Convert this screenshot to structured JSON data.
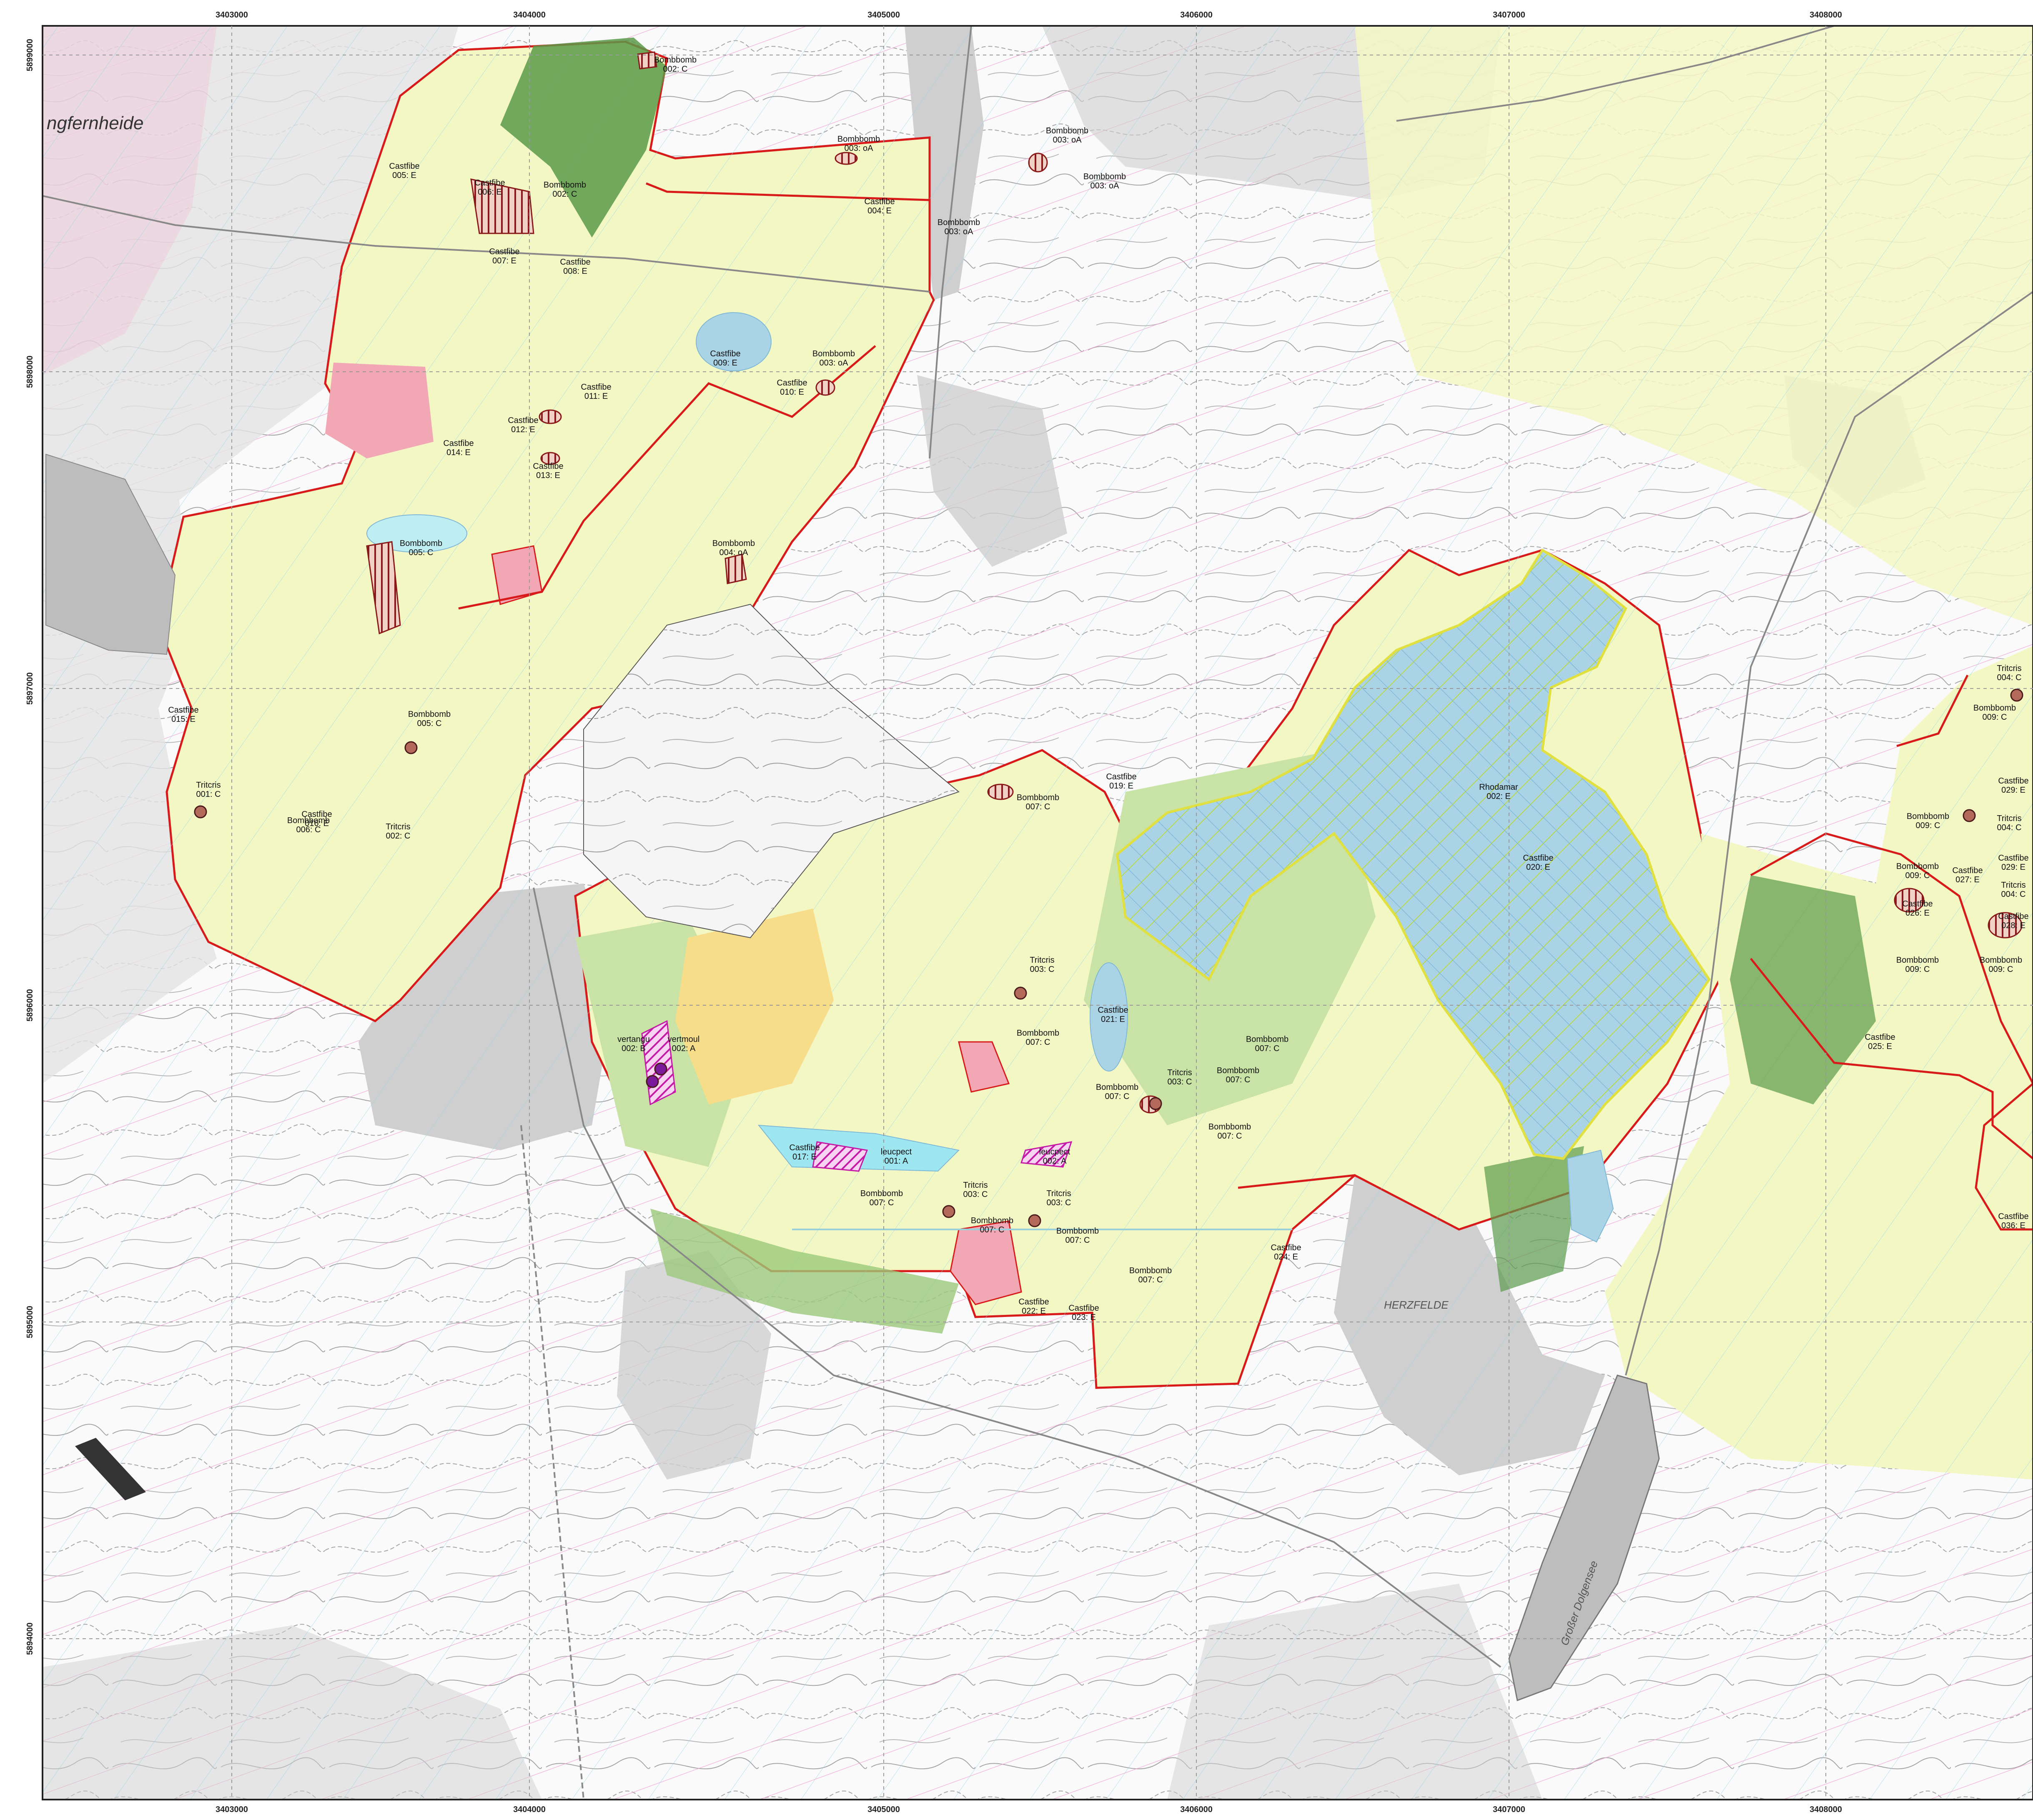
{
  "map": {
    "coords_top": [
      "3403000",
      "3404000",
      "3405000",
      "3406000",
      "3407000",
      "3408000"
    ],
    "coords_bottom": [
      "3403000",
      "3404000",
      "3405000",
      "3406000",
      "3407000",
      "3408000"
    ],
    "coords_left": [
      "5899000",
      "5898000",
      "5897000",
      "5896000",
      "5895000",
      "5894000"
    ],
    "place_names": [
      "ngfernheide",
      "Großer Dolgensee",
      "HERZFELDE"
    ],
    "colors": {
      "habitat_fill": "#f3f7c4",
      "forest_green": "#5a9a4a",
      "light_green": "#c9e3a6",
      "water": "#aad3e6",
      "boundary_red": "#d91a1a",
      "parcel_pink": "#f0a6d6",
      "settlement_grey": "#cfcfcf",
      "pink_area": "#f2a8b4",
      "yellow_area": "#f7dd8a",
      "lake_grey": "#bdbdbd"
    },
    "labels": [
      {
        "t1": "Bombbomb",
        "t2": "002: C"
      },
      {
        "t1": "Castfibe",
        "t2": "005: E"
      },
      {
        "t1": "Castfibe",
        "t2": "006: E"
      },
      {
        "t1": "Bombbomb",
        "t2": "002: C"
      },
      {
        "t1": "Castfibe",
        "t2": "007: E"
      },
      {
        "t1": "Castfibe",
        "t2": "008: E"
      },
      {
        "t1": "Bombbomb",
        "t2": "003: oA"
      },
      {
        "t1": "Bombbomb",
        "t2": "003: oA"
      },
      {
        "t1": "Bombbomb",
        "t2": "003: oA"
      },
      {
        "t1": "Castfibe",
        "t2": "004: E"
      },
      {
        "t1": "Bombbomb",
        "t2": "003: oA"
      },
      {
        "t1": "Castfibe",
        "t2": "009: E"
      },
      {
        "t1": "Bombbomb",
        "t2": "003: oA"
      },
      {
        "t1": "Castfibe",
        "t2": "010: E"
      },
      {
        "t1": "Castfibe",
        "t2": "011: E"
      },
      {
        "t1": "Castfibe",
        "t2": "012: E"
      },
      {
        "t1": "Castfibe",
        "t2": "014: E"
      },
      {
        "t1": "Castfibe",
        "t2": "013: E"
      },
      {
        "t1": "Bombbomb",
        "t2": "005: C"
      },
      {
        "t1": "Bombbomb",
        "t2": "004: oA"
      },
      {
        "t1": "Castfibe",
        "t2": "015: E"
      },
      {
        "t1": "Bombbomb",
        "t2": "005: C"
      },
      {
        "t1": "Tritcris",
        "t2": "001: C"
      },
      {
        "t1": "Castfibe",
        "t2": "016: E"
      },
      {
        "t1": "Bombbomb",
        "t2": "006: C"
      },
      {
        "t1": "Tritcris",
        "t2": "002: C"
      },
      {
        "t1": "Castfibe",
        "t2": "019: E"
      },
      {
        "t1": "Bombbomb",
        "t2": "007: C"
      },
      {
        "t1": "Rhodamar",
        "t2": "002: E"
      },
      {
        "t1": "Castfibe",
        "t2": "020: E"
      },
      {
        "t1": "Tritcris",
        "t2": "003: C"
      },
      {
        "t1": "Bombbomb",
        "t2": "007: C"
      },
      {
        "t1": "Castfibe",
        "t2": "021: E"
      },
      {
        "t1": "vertangu",
        "t2": "002: B"
      },
      {
        "t1": "vertmoul",
        "t2": "002: A"
      },
      {
        "t1": "Tritcris",
        "t2": "003: C"
      },
      {
        "t1": "Bombbomb",
        "t2": "007: C"
      },
      {
        "t1": "Bombbomb",
        "t2": "007: C"
      },
      {
        "t1": "Bombbomb",
        "t2": "007: C"
      },
      {
        "t1": "Bombbomb",
        "t2": "007: C"
      },
      {
        "t1": "Castfibe",
        "t2": "017: E"
      },
      {
        "t1": "leucpect",
        "t2": "001: A"
      },
      {
        "t1": "leucpect",
        "t2": "002: A"
      },
      {
        "t1": "Bombbomb",
        "t2": "007: C"
      },
      {
        "t1": "Tritcris",
        "t2": "003: C"
      },
      {
        "t1": "Tritcris",
        "t2": "003: C"
      },
      {
        "t1": "Bombbomb",
        "t2": "007: C"
      },
      {
        "t1": "Bombbomb",
        "t2": "007: C"
      },
      {
        "t1": "Bombbomb",
        "t2": "007: C"
      },
      {
        "t1": "Castfibe",
        "t2": "024: E"
      },
      {
        "t1": "Castfibe",
        "t2": "022: E"
      },
      {
        "t1": "Castfibe",
        "t2": "023: E"
      },
      {
        "t1": "Tritcris",
        "t2": "004: C"
      },
      {
        "t1": "Bombbomb",
        "t2": "009: C"
      },
      {
        "t1": "Castfibe",
        "t2": "029: E"
      },
      {
        "t1": "Bombbomb",
        "t2": "009: C"
      },
      {
        "t1": "Tritcris",
        "t2": "004: C"
      },
      {
        "t1": "Castfibe",
        "t2": "029: E"
      },
      {
        "t1": "Bombbomb",
        "t2": "009: C"
      },
      {
        "t1": "Castfibe",
        "t2": "027: E"
      },
      {
        "t1": "Tritcris",
        "t2": "004: C"
      },
      {
        "t1": "Castfibe",
        "t2": "026: E"
      },
      {
        "t1": "Castfibe",
        "t2": "028: E"
      },
      {
        "t1": "Bombbomb",
        "t2": "009: C"
      },
      {
        "t1": "Bombbomb",
        "t2": "009: C"
      },
      {
        "t1": "Castfibe",
        "t2": "025: E"
      },
      {
        "t1": "Castfibe",
        "t2": "036: E"
      }
    ]
  }
}
